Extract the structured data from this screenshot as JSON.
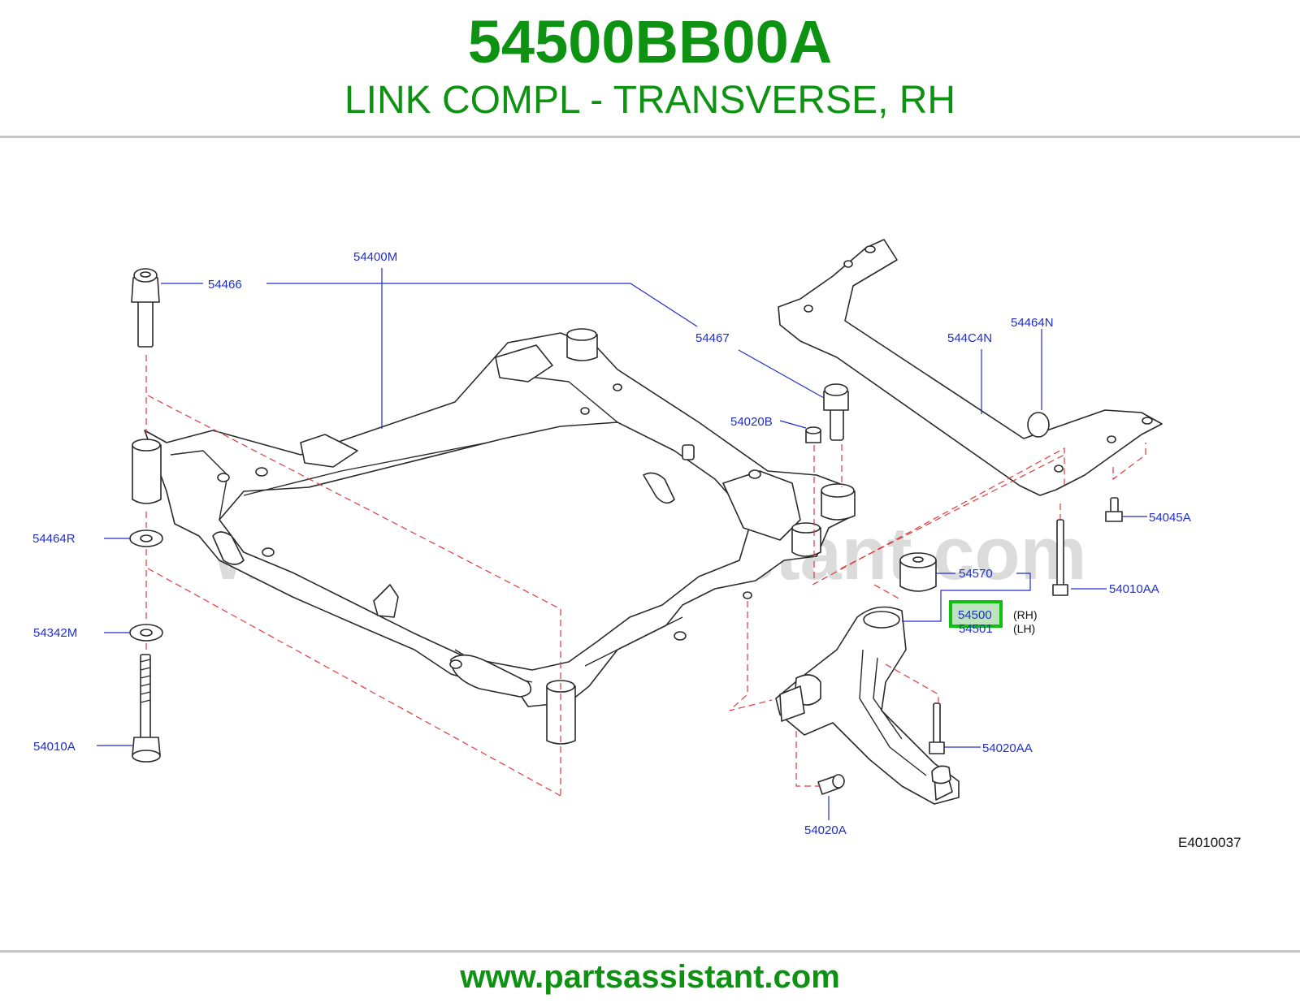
{
  "header": {
    "part_number": "54500BB00A",
    "part_description": "LINK COMPL - TRANSVERSE, RH"
  },
  "diagram": {
    "watermark": "www.partsassistant.com",
    "callouts": [
      "54466",
      "54400M",
      "54467",
      "54020B",
      "544C4N",
      "54464N",
      "54464R",
      "54342M",
      "54010A",
      "54570",
      "54500",
      "54501",
      "54010AA",
      "54045A",
      "54020AA",
      "54020A"
    ],
    "highlighted_callout": "54500",
    "side_labels": {
      "rh": "(RH)",
      "lh": "(LH)"
    },
    "diagram_code": "E4010037"
  },
  "footer": {
    "url": "www.partsassistant.com"
  },
  "colors": {
    "title_green": "#0d9212",
    "callout_blue": "#1f2fc8",
    "highlight_green": "#10c010",
    "dashed_red": "#e03a3a",
    "rule_gray": "#c4c4c4"
  }
}
